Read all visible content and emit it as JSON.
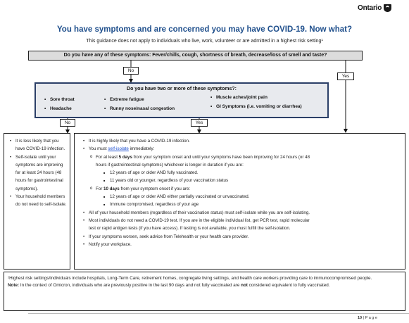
{
  "header": {
    "logo_text": "Ontario",
    "logo_icon": "trillium-icon"
  },
  "title": "You have symptoms and are concerned you may have COVID-19. Now what?",
  "subtitle": "This guidance does not apply to individuals who live, work, volunteer or are admitted in a highest risk setting¹",
  "question1": "Do you have any of these symptoms: Fever/chills, cough, shortness of breath, decrease/loss of smell and taste?",
  "labels": {
    "no": "No",
    "yes": "Yes"
  },
  "question2": {
    "title": "Do you have two or more of these symptoms?:",
    "symptoms": [
      "Sore throat",
      "Headache",
      "Extreme fatigue",
      "Runny nose/nasal congestion",
      "Muscle aches/joint pain",
      "GI Symptoms (i.e. vomiting or diarrhea)"
    ]
  },
  "left_box": [
    "It is less likely that you have COVID-19 infection.",
    "Self-isolate until your symptoms are improving for at least 24 hours (48 hours for gastrointestinal symptoms).",
    "Your household members do not need to self-isolate."
  ],
  "right_box": {
    "b1": "It is highly likely that you have a COVID-19 infection.",
    "b2_prefix": "You must ",
    "b2_link": "self-isolate",
    "b2_suffix": " immediately:",
    "o1_prefix": "For at least ",
    "o1_bold": "5 days",
    "o1_line1": " from your symptom onset and until your symptoms have been improving for 24 hours (or 48",
    "o1_line2": "hours if gastrointestinal symptoms) whichever is longer in duration if you are:",
    "o1_items": [
      "12 years of age or older AND fully vaccinated.",
      "11 years old or younger, regardless of your vaccination status"
    ],
    "o2_prefix": "For ",
    "o2_bold": "10 days",
    "o2_suffix": " from your symptom onset if you are:",
    "o2_items": [
      "12 years of age or older AND either partially vaccinated or unvaccinated.",
      "Immune compromised, regardless of your age"
    ],
    "b3": "All of your household members (regardless of their vaccination status) must self-isolate while you are self-isolating.",
    "b4_line1": "Most individuals do not need a COVID-19 test. If you are in the eligible individual list, get PCR test, rapid molecular",
    "b4_line2": "test or rapid antigen tests (if you have access). If testing is not available, you must fulfill the self-isolation.",
    "b5": "If your symptoms worsen, seek advice from Telehealth or your health care provider.",
    "b6": "Notify your workplace."
  },
  "notes": {
    "footnote": "¹Highest risk settings/individuals include hospitals, Long-Term Care, retirement homes, congregate living settings, and health care workers providing care to immunocompromised people.",
    "note_label": "Note:",
    "note_text1": " In the context of Omicron, individuals who are previously positive in the last 90 days and not fully vaccinated are ",
    "note_bold": "not",
    "note_text2": " considered equivalent to fully vaccinated."
  },
  "page": {
    "number": "10",
    "label": "| P a g e"
  },
  "colors": {
    "title": "#1f4f8c",
    "q2_border": "#2b3f67",
    "link": "#1d4fd1"
  }
}
